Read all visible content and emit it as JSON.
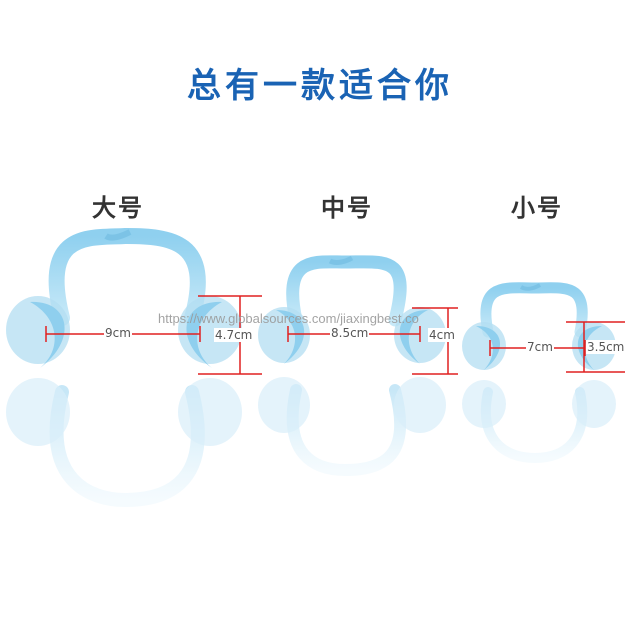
{
  "headline": "总有一款适合你",
  "colors": {
    "headline": "#1a63b4",
    "retractor_fill": "#a9d8f0",
    "retractor_stroke": "#7cc3e6",
    "dimension_line": "#e02020"
  },
  "products": [
    {
      "label": "大号",
      "width_text": "9cm",
      "height_text": "4.7cm"
    },
    {
      "label": "中号",
      "width_text": "8.5cm",
      "height_text": "4cm"
    },
    {
      "label": "小号",
      "width_text": "7cm",
      "height_text": "3.5cm"
    }
  ],
  "watermark": "https://www.globalsources.com/jiaxingbest.co"
}
